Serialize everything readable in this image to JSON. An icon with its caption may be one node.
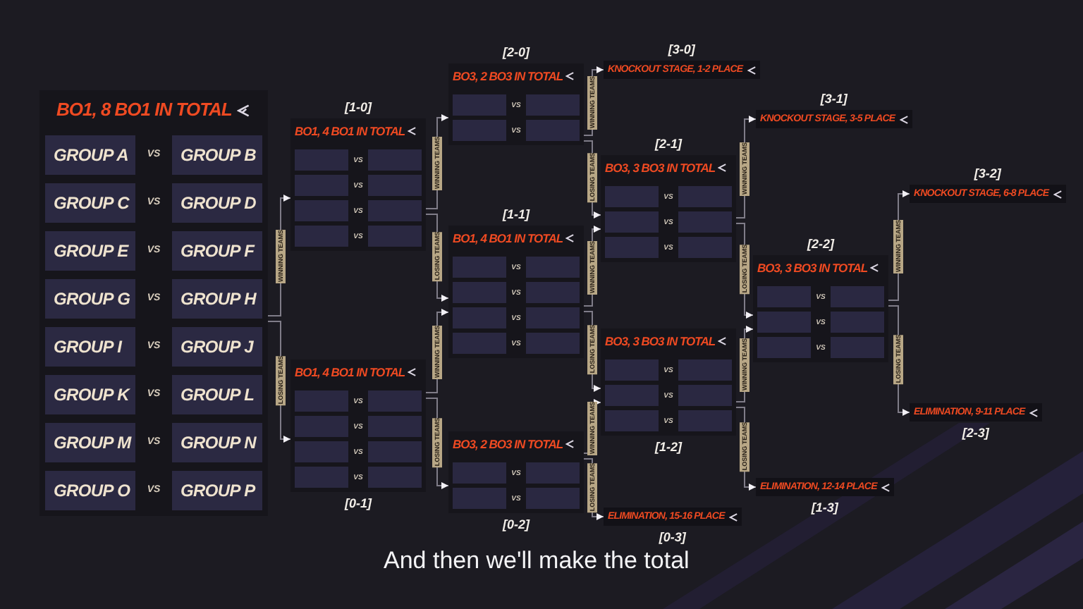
{
  "diagram": {
    "caption": "And then we'll make the total",
    "nodes": [
      {
        "text": [
          "BO1, 8 BO1 IN TOTAL"
        ]
      },
      {
        "text": [
          "GROUP A"
        ],
        "in": 0
      },
      {
        "text": [
          "GROUP B"
        ],
        "in": 0
      },
      {
        "text": [
          "GROUP C"
        ],
        "in": 0
      },
      {
        "text": [
          "GROUP D"
        ],
        "in": 0
      },
      {
        "text": [
          "GROUP E"
        ],
        "in": 0
      },
      {
        "text": [
          "GROUP F"
        ],
        "in": 0
      },
      {
        "text": [
          "GROUP G"
        ],
        "in": 0
      },
      {
        "text": [
          "GROUP H"
        ],
        "in": 0
      },
      {
        "text": [
          "GROUP I"
        ],
        "in": 0
      },
      {
        "text": [
          "GROUP J"
        ],
        "in": 0
      },
      {
        "text": [
          "GROUP K"
        ],
        "in": 0
      },
      {
        "text": [
          "GROUP L"
        ],
        "in": 0
      },
      {
        "text": [
          "GROUP M"
        ],
        "in": 0
      },
      {
        "text": [
          "GROUP N"
        ],
        "in": 0
      },
      {
        "text": [
          "GROUP O"
        ],
        "in": 0
      },
      {
        "text": [
          "GROUP P"
        ],
        "in": 0
      },
      {
        "text": [
          "BO1, 4 BO1 IN TOTAL"
        ],
        "beside": [
          "[1-0]"
        ]
      },
      {
        "text": [],
        "shape": "box",
        "in": 17
      },
      {
        "text": [],
        "shape": "box",
        "in": 17
      },
      {
        "text": [],
        "shape": "box",
        "in": 17
      },
      {
        "text": [],
        "shape": "box",
        "in": 17
      },
      {
        "text": [],
        "shape": "box",
        "in": 17
      },
      {
        "text": [],
        "shape": "box",
        "in": 17
      },
      {
        "text": [],
        "shape": "box",
        "in": 17
      },
      {
        "text": [],
        "shape": "box",
        "in": 17
      },
      {
        "text": [
          "BO1, 4 BO1 IN TOTAL"
        ],
        "beside": [
          "[0-1]"
        ]
      },
      {
        "text": [],
        "shape": "box",
        "in": 26
      },
      {
        "text": [],
        "shape": "box",
        "in": 26
      },
      {
        "text": [],
        "shape": "box",
        "in": 26
      },
      {
        "text": [],
        "shape": "box",
        "in": 26
      },
      {
        "text": [],
        "shape": "box",
        "in": 26
      },
      {
        "text": [],
        "shape": "box",
        "in": 26
      },
      {
        "text": [],
        "shape": "box",
        "in": 26
      },
      {
        "text": [],
        "shape": "box",
        "in": 26
      },
      {
        "text": [
          "BO3, 2 BO3 IN TOTAL"
        ],
        "beside": [
          "[2-0]"
        ]
      },
      {
        "text": [],
        "shape": "box",
        "in": 35
      },
      {
        "text": [],
        "shape": "box",
        "in": 35
      },
      {
        "text": [],
        "shape": "box",
        "in": 35
      },
      {
        "text": [],
        "shape": "box",
        "in": 35
      },
      {
        "text": [
          "BO1, 4 BO1 IN TOTAL"
        ],
        "beside": [
          "[1-1]"
        ]
      },
      {
        "text": [],
        "shape": "box",
        "in": 40
      },
      {
        "text": [],
        "shape": "box",
        "in": 40
      },
      {
        "text": [],
        "shape": "box",
        "in": 40
      },
      {
        "text": [],
        "shape": "box",
        "in": 40
      },
      {
        "text": [],
        "shape": "box",
        "in": 40
      },
      {
        "text": [],
        "shape": "box",
        "in": 40
      },
      {
        "text": [],
        "shape": "box",
        "in": 40
      },
      {
        "text": [],
        "shape": "box",
        "in": 40
      },
      {
        "text": [
          "BO3, 2 BO3 IN TOTAL"
        ],
        "beside": [
          "[0-2]"
        ]
      },
      {
        "text": [],
        "shape": "box",
        "in": 49
      },
      {
        "text": [],
        "shape": "box",
        "in": 49
      },
      {
        "text": [],
        "shape": "box",
        "in": 49
      },
      {
        "text": [],
        "shape": "box",
        "in": 49
      },
      {
        "text": [
          "KNOCKOUT STAGE, 1-2 PLACE"
        ],
        "beside": [
          "[3-0]"
        ]
      },
      {
        "text": [
          "BO3, 3 BO3 IN TOTAL"
        ],
        "beside": [
          "[2-1]"
        ]
      },
      {
        "text": [],
        "shape": "box",
        "in": 55
      },
      {
        "text": [],
        "shape": "box",
        "in": 55
      },
      {
        "text": [],
        "shape": "box",
        "in": 55
      },
      {
        "text": [],
        "shape": "box",
        "in": 55
      },
      {
        "text": [],
        "shape": "box",
        "in": 55
      },
      {
        "text": [],
        "shape": "box",
        "in": 55
      },
      {
        "text": [
          "BO3, 3 BO3 IN TOTAL"
        ],
        "beside": [
          "[1-2]"
        ]
      },
      {
        "text": [],
        "shape": "box",
        "in": 62
      },
      {
        "text": [],
        "shape": "box",
        "in": 62
      },
      {
        "text": [],
        "shape": "box",
        "in": 62
      },
      {
        "text": [],
        "shape": "box",
        "in": 62
      },
      {
        "text": [],
        "shape": "box",
        "in": 62
      },
      {
        "text": [],
        "shape": "box",
        "in": 62
      },
      {
        "text": [
          "ELIMINATION, 15-16 PLACE"
        ],
        "beside": [
          "[0-3]"
        ]
      },
      {
        "text": [
          "KNOCKOUT STAGE, 3-5 PLACE"
        ],
        "beside": [
          "[3-1]"
        ]
      },
      {
        "text": [
          "BO3, 3 BO3 IN TOTAL"
        ],
        "beside": [
          "[2-2]"
        ]
      },
      {
        "text": [],
        "shape": "box",
        "in": 71
      },
      {
        "text": [],
        "shape": "box",
        "in": 71
      },
      {
        "text": [],
        "shape": "box",
        "in": 71
      },
      {
        "text": [],
        "shape": "box",
        "in": 71
      },
      {
        "text": [],
        "shape": "box",
        "in": 71
      },
      {
        "text": [],
        "shape": "box",
        "in": 71
      },
      {
        "text": [
          "ELIMINATION, 12-14 PLACE"
        ],
        "beside": [
          "[1-3]"
        ]
      },
      {
        "text": [
          "KNOCKOUT STAGE, 6-8 PLACE"
        ],
        "beside": [
          "[3-2]"
        ]
      },
      {
        "text": [
          "ELIMINATION, 9-11 PLACE"
        ],
        "beside": [
          "[2-3]"
        ]
      }
    ],
    "edges": [
      {
        "from": 0,
        "to": 17,
        "arrow": "to",
        "label": "WINNING TEAMS"
      },
      {
        "from": 0,
        "to": 26,
        "arrow": "to",
        "label": "LOSING TEAMS"
      },
      {
        "from": 17,
        "to": 35,
        "arrow": "to",
        "label": "WINNING TEAMS"
      },
      {
        "from": 17,
        "to": 40,
        "arrow": "to",
        "label": "LOSING TEAMS"
      },
      {
        "from": 26,
        "to": 40,
        "arrow": "to",
        "label": "WINNING TEAMS"
      },
      {
        "from": 26,
        "to": 49,
        "arrow": "to",
        "label": "LOSING TEAMS"
      },
      {
        "from": 35,
        "to": 54,
        "arrow": "to",
        "label": "WINNING TEAMS"
      },
      {
        "from": 35,
        "to": 55,
        "arrow": "to",
        "label": "LOSING TEAMS"
      },
      {
        "from": 40,
        "to": 55,
        "arrow": "to",
        "label": "WINNING TEAMS"
      },
      {
        "from": 40,
        "to": 62,
        "arrow": "to",
        "label": "LOSING TEAMS"
      },
      {
        "from": 49,
        "to": 62,
        "arrow": "to",
        "label": "WINNING TEAMS"
      },
      {
        "from": 49,
        "to": 69,
        "arrow": "to",
        "label": "LOSING TEAMS"
      },
      {
        "from": 55,
        "to": 70,
        "arrow": "to",
        "label": "WINNING TEAMS"
      },
      {
        "from": 55,
        "to": 71,
        "arrow": "to",
        "label": "LOSING TEAMS"
      },
      {
        "from": 62,
        "to": 71,
        "arrow": "to",
        "label": "WINNING TEAMS"
      },
      {
        "from": 62,
        "to": 78,
        "arrow": "to",
        "label": "LOSING TEAMS"
      },
      {
        "from": 71,
        "to": 79,
        "arrow": "to",
        "label": "WINNING TEAMS"
      },
      {
        "from": 71,
        "to": 80,
        "arrow": "to",
        "label": "LOSING TEAMS"
      }
    ],
    "labels": [
      "VS",
      "VS",
      "VS",
      "VS",
      "VS",
      "VS",
      "VS",
      "VS",
      "VS",
      "VS",
      "VS",
      "VS",
      "VS",
      "VS",
      "VS",
      "VS",
      "VS",
      "VS",
      "VS",
      "VS",
      "VS",
      "VS",
      "VS",
      "VS",
      "VS",
      "VS",
      "VS",
      "VS",
      "VS",
      "VS",
      "VS",
      "VS",
      "VS"
    ]
  }
}
